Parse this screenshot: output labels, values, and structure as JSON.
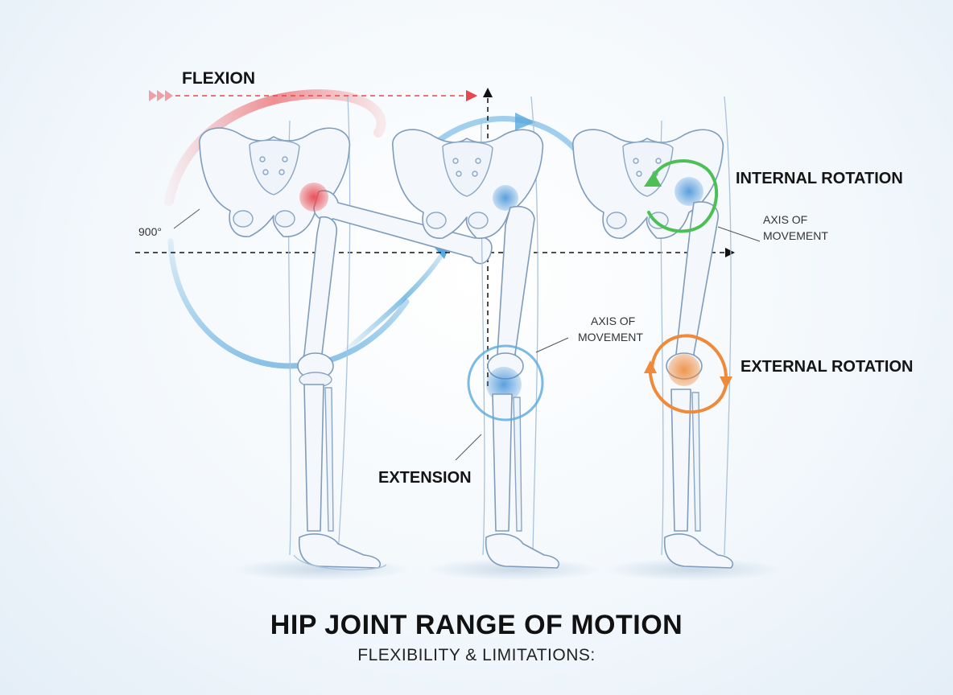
{
  "title": "HIP JOINT RANGE OF MOTION",
  "subtitle": "FLEXIBILITY & LIMITATIONS:",
  "labels": {
    "flexion": "FLEXION",
    "angle": "900°",
    "internal_rotation": "INTERNAL ROTATION",
    "axis_of": "AXIS OF",
    "movement": "MOVEMENT",
    "external_rotation": "EXTERNAL ROTATION",
    "extension": "EXTENSION"
  },
  "colors": {
    "flexion": "#e8474d",
    "extension": "#5aa9dc",
    "internal_rotation": "#4cbf55",
    "external_rotation": "#ef8a3a",
    "joint_highlight": "#3f8fd6",
    "bone_outline": "#7f9cbc"
  },
  "icons": [
    "pelvis-skeleton",
    "femur-bone",
    "knee-joint",
    "foot-skeleton",
    "rotation-arrow",
    "axis-line"
  ]
}
